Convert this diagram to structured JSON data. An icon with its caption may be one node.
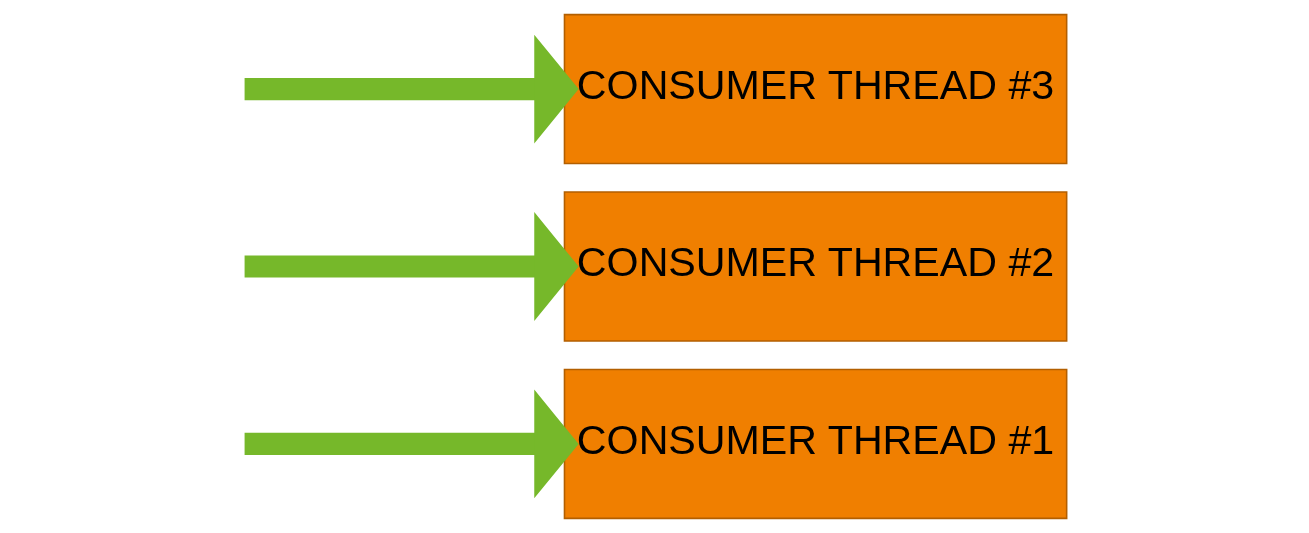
{
  "diagram": {
    "nodes": [
      {
        "text": [
          "CONSUMER THREAD #1"
        ]
      },
      {
        "text": [
          "CONSUMER THREAD #2"
        ]
      },
      {
        "text": [
          "CONSUMER THREAD #3"
        ]
      }
    ],
    "edges": [
      {
        "from": null,
        "to": 0,
        "arrow": "to"
      },
      {
        "from": null,
        "to": 1,
        "arrow": "to"
      },
      {
        "from": null,
        "to": 2,
        "arrow": "to"
      }
    ]
  }
}
